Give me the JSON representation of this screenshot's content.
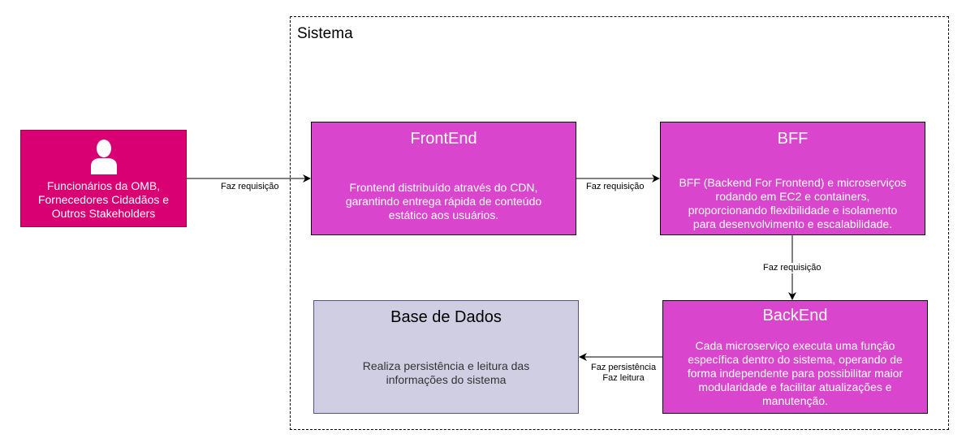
{
  "system": {
    "title": "Sistema"
  },
  "nodes": {
    "actor": {
      "label": "Funcionários da OMB,\nFornecedores Cidadãos e\nOutros Stakeholders",
      "icon": "person-icon"
    },
    "frontend": {
      "title": "FrontEnd",
      "description": "Frontend distribuído através do CDN,\ngarantindo entrega rápida de conteúdo\nestático aos usuários."
    },
    "bff": {
      "title": "BFF",
      "description": "BFF (Backend For Frontend) e microserviços\nrodando em EC2 e containers,\nproporcionando flexibilidade e isolamento\npara desenvolvimento e escalabilidade."
    },
    "backend": {
      "title": "BackEnd",
      "description": "Cada microserviço executa uma função\nespecífica dentro do sistema, operando de\nforma independente para possibilitar maior\nmodularidade e facilitar atualizações e\nmanutenção."
    },
    "database": {
      "title": "Base de Dados",
      "description": "Realiza persistência e leitura das\ninformações do sistema"
    }
  },
  "edges": {
    "actor_to_frontend": "Faz requisição",
    "frontend_to_bff": "Faz requisição",
    "bff_to_backend": "Faz requisição",
    "backend_to_database": "Faz persistência\nFaz leitura"
  },
  "colors": {
    "actor_fill": "#d80073",
    "component_fill": "#d945cc",
    "database_fill": "#d0cee2"
  }
}
